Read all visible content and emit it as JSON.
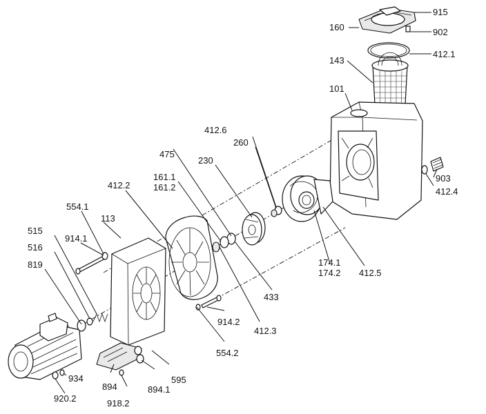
{
  "labels": {
    "p915": "915",
    "p160": "160",
    "p902": "902",
    "p412_1": "412.1",
    "p143": "143",
    "p101": "101",
    "p412_6": "412.6",
    "p260": "260",
    "p475": "475",
    "p230": "230",
    "p161_1": "161.1",
    "p161_2": "161.2",
    "p412_2": "412.2",
    "p554_1": "554.1",
    "p113": "113",
    "p515": "515",
    "p914_1": "914.1",
    "p516": "516",
    "p819": "819",
    "p903": "903",
    "p412_4": "412.4",
    "p174_1": "174.1",
    "p174_2": "174.2",
    "p412_5": "412.5",
    "p433": "433",
    "p914_2": "914.2",
    "p412_3": "412.3",
    "p554_2": "554.2",
    "p595": "595",
    "p894": "894",
    "p894_1": "894.1",
    "p918_2": "918.2",
    "p934": "934",
    "p920_2": "920.2"
  }
}
